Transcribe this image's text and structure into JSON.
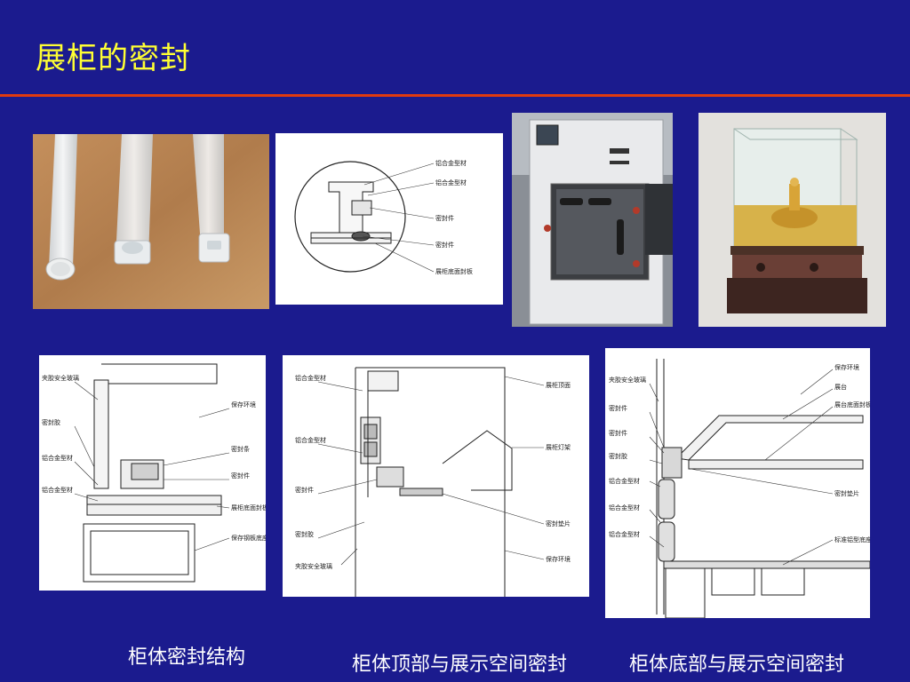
{
  "slide": {
    "title": "展柜的密封",
    "accent_color": "#ffff33",
    "rule_color": "#e03a10",
    "background_color": "#1b1b8e"
  },
  "figures": {
    "seal_profile_diagram": {
      "labels": [
        "铝合金型材",
        "铝合金型材",
        "密封件",
        "密封件",
        "展柜底面封板"
      ]
    },
    "cabinet_structure_diagram": {
      "left_labels": [
        "夹胶安全玻璃",
        "密封胶",
        "铝合金型材",
        "铝合金型材"
      ],
      "right_labels": [
        "保存环境",
        "密封条",
        "密封件",
        "展柜底面封板",
        "保存钢板底座"
      ]
    },
    "cabinet_top_diagram": {
      "left_labels": [
        "铝合金型材",
        "铝合金型材",
        "密封件",
        "密封胶",
        "夹胶安全玻璃"
      ],
      "right_labels": [
        "展柜顶面",
        "展柜灯架",
        "密封垫片",
        "保存环境"
      ]
    },
    "cabinet_bottom_diagram": {
      "left_labels": [
        "夹胶安全玻璃",
        "密封件",
        "密封件",
        "密封胶",
        "铝合金型材",
        "铝合金型材",
        "铝合金型材"
      ],
      "right_labels": [
        "保存环境",
        "展台",
        "展台底面封板",
        "密封垫片",
        "标准铝型底座"
      ]
    }
  },
  "captions": {
    "structure": "柜体密封结构",
    "top": "柜体顶部与展示空间密封",
    "bottom": "柜体底部与展示空间密封"
  }
}
